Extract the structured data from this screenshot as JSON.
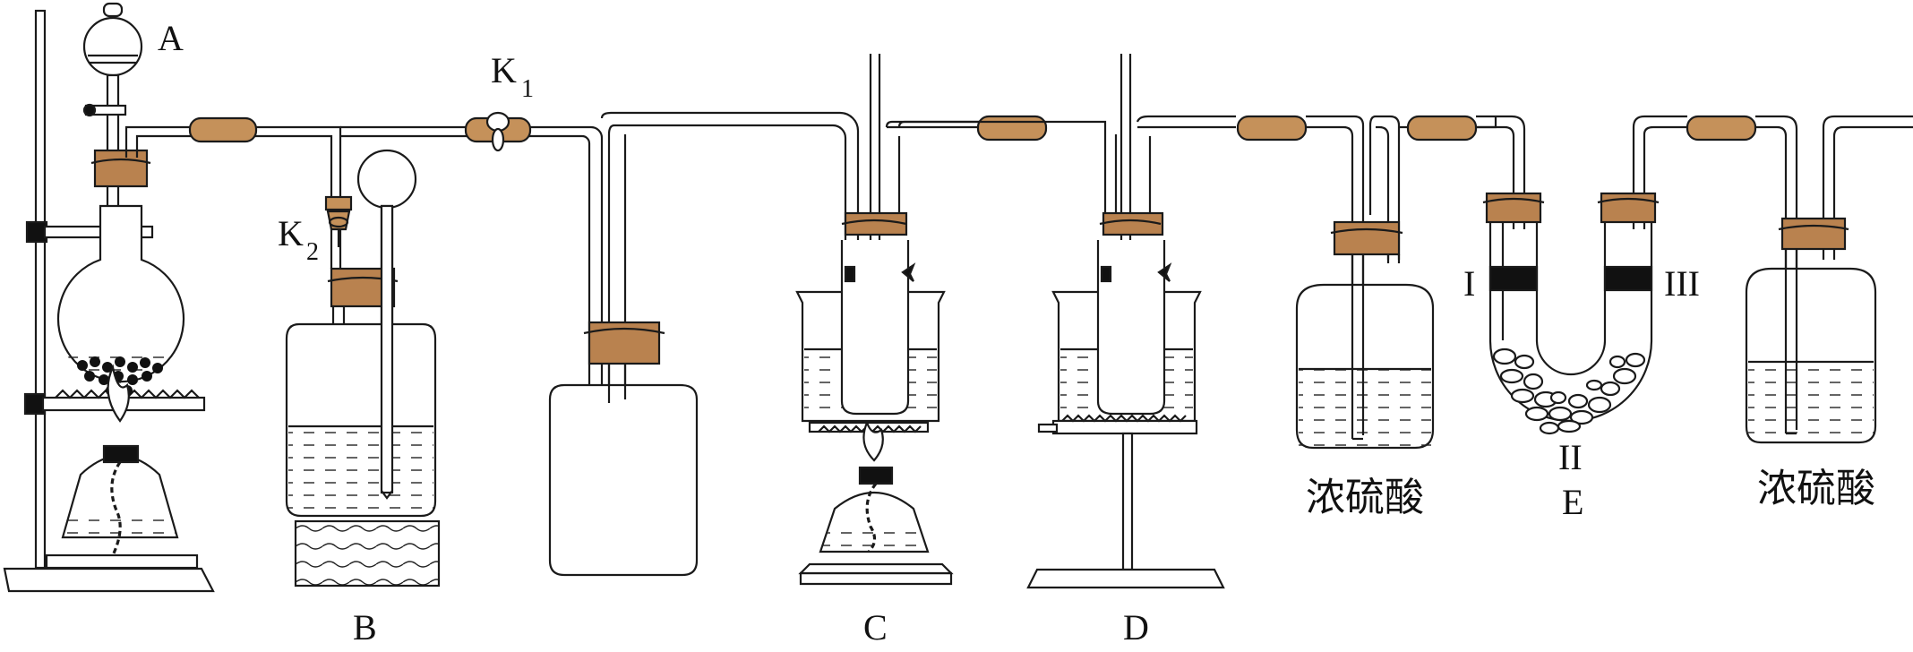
{
  "labels": {
    "A": "A",
    "B": "B",
    "C": "C",
    "D": "D",
    "E": "E",
    "K1_main": "K",
    "K1_sub": "1",
    "K2_main": "K",
    "K2_sub": "2",
    "roman_I": "I",
    "roman_II": "II",
    "roman_III": "III",
    "conc_acid_1": "浓硫酸",
    "conc_acid_2": "浓硫酸"
  },
  "colors": {
    "stroke": "#1a1a1a",
    "stopper": "#b9824f",
    "hose": "#c5915a",
    "plug": "#111111",
    "base": "#ffffff"
  }
}
